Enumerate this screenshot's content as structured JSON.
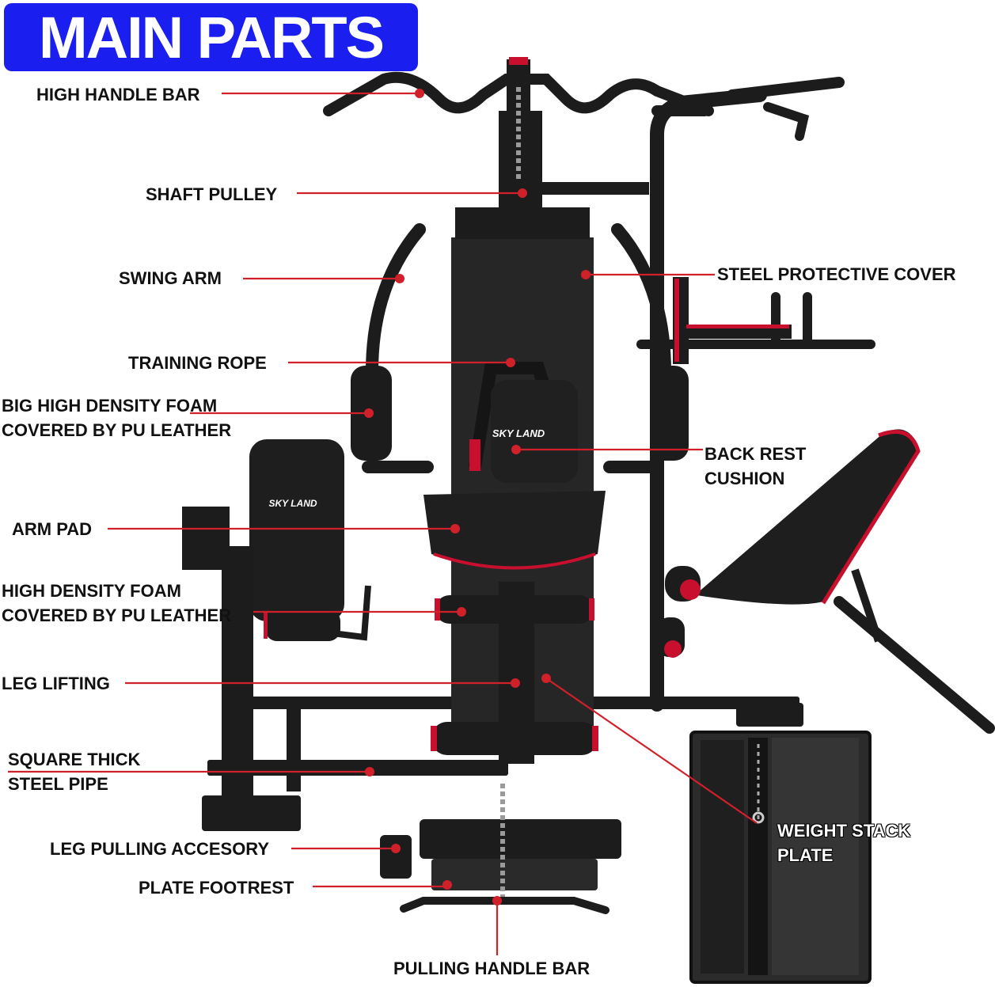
{
  "title": "MAIN PARTS",
  "brand": "SKY LAND",
  "colors": {
    "banner": "#1a1ff0",
    "leader": "#d0202a",
    "frame": "#1c1c1c",
    "accent_red": "#c8102e"
  },
  "labels": {
    "high_handle_bar": "HIGH HANDLE BAR",
    "shaft_pulley": "SHAFT PULLEY",
    "swing_arm": "SWING ARM",
    "steel_protective_cover": "STEEL PROTECTIVE COVER",
    "training_rope": "TRAINING ROPE",
    "big_foam_line1": "BIG HIGH DENSITY FOAM",
    "big_foam_line2": "COVERED BY PU LEATHER",
    "back_rest_line1": "BACK REST",
    "back_rest_line2": "CUSHION",
    "arm_pad": "ARM PAD",
    "foam_line1": "HIGH DENSITY FOAM",
    "foam_line2": "COVERED BY PU LEATHER",
    "leg_lifting": "LEG LIFTING",
    "square_pipe_line1": "SQUARE THICK",
    "square_pipe_line2": "STEEL PIPE",
    "leg_pulling": "LEG PULLING ACCESORY",
    "plate_footrest": "PLATE FOOTREST",
    "weight_stack_line1": "WEIGHT STACK",
    "weight_stack_line2": "PLATE",
    "pulling_handle_bar": "PULLING HANDLE BAR"
  }
}
